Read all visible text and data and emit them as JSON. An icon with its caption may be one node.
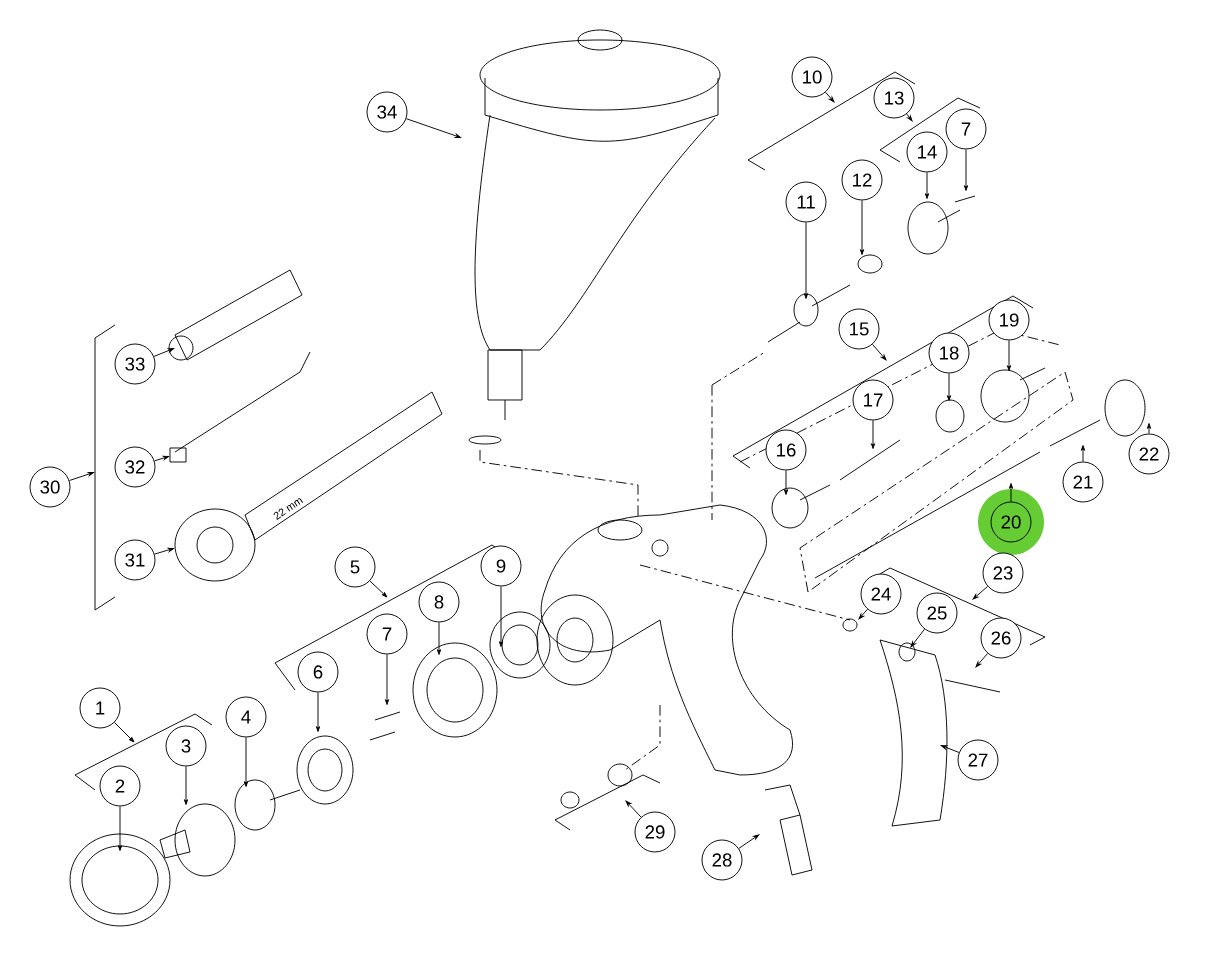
{
  "diagram": {
    "nodes": [
      {
        "text": [
          "10"
        ]
      },
      {
        "text": [
          "13"
        ]
      },
      {
        "text": [
          "34"
        ]
      },
      {
        "text": [
          "7"
        ]
      },
      {
        "text": [
          "14"
        ]
      },
      {
        "text": [
          "12"
        ]
      },
      {
        "text": [
          "11"
        ]
      },
      {
        "text": [
          "19"
        ]
      },
      {
        "text": [
          "15"
        ]
      },
      {
        "text": [
          "18"
        ]
      },
      {
        "text": [
          "33"
        ]
      },
      {
        "text": [
          "17"
        ]
      },
      {
        "text": [
          "16"
        ]
      },
      {
        "text": [
          "22"
        ]
      },
      {
        "text": [
          "32"
        ]
      },
      {
        "text": [
          "21"
        ]
      },
      {
        "text": [
          "30"
        ]
      },
      {
        "text": [
          "20"
        ]
      },
      {
        "text": [
          "31"
        ]
      },
      {
        "text": [
          "9"
        ]
      },
      {
        "text": [
          "5"
        ]
      },
      {
        "text": [
          "23"
        ]
      },
      {
        "text": [
          "24"
        ]
      },
      {
        "text": [
          "8"
        ]
      },
      {
        "text": [
          "25"
        ]
      },
      {
        "text": [
          "7"
        ]
      },
      {
        "text": [
          "26"
        ]
      },
      {
        "text": [
          "6"
        ]
      },
      {
        "text": [
          "1"
        ]
      },
      {
        "text": [
          "4"
        ]
      },
      {
        "text": [
          "3"
        ]
      },
      {
        "text": [
          "27"
        ]
      },
      {
        "text": [
          "2"
        ]
      },
      {
        "text": [
          "29"
        ]
      },
      {
        "text": [
          "28"
        ]
      }
    ],
    "edges": [
      {
        "from": 0,
        "to": null,
        "arrow": "to"
      },
      {
        "from": 1,
        "to": null,
        "arrow": "to"
      },
      {
        "from": 2,
        "to": null,
        "arrow": "to"
      },
      {
        "from": 3,
        "to": null,
        "arrow": "to"
      },
      {
        "from": 4,
        "to": null,
        "arrow": "to"
      },
      {
        "from": 5,
        "to": null,
        "arrow": "to"
      },
      {
        "from": 6,
        "to": null,
        "arrow": "to"
      },
      {
        "from": 7,
        "to": null,
        "arrow": "to"
      },
      {
        "from": 8,
        "to": null,
        "arrow": "to"
      },
      {
        "from": 9,
        "to": null,
        "arrow": "to"
      },
      {
        "from": 10,
        "to": null,
        "arrow": "to"
      },
      {
        "from": 11,
        "to": null,
        "arrow": "to"
      },
      {
        "from": 12,
        "to": null,
        "arrow": "to"
      },
      {
        "from": 13,
        "to": null,
        "arrow": "to"
      },
      {
        "from": 14,
        "to": null,
        "arrow": "to"
      },
      {
        "from": 15,
        "to": null,
        "arrow": "to"
      },
      {
        "from": 16,
        "to": null,
        "arrow": "to"
      },
      {
        "from": 17,
        "to": null,
        "arrow": "to"
      },
      {
        "from": 18,
        "to": null,
        "arrow": "to"
      },
      {
        "from": 19,
        "to": null,
        "arrow": "to"
      },
      {
        "from": 20,
        "to": null,
        "arrow": "to"
      },
      {
        "from": 21,
        "to": null,
        "arrow": "to"
      },
      {
        "from": 22,
        "to": null,
        "arrow": "to"
      },
      {
        "from": 23,
        "to": null,
        "arrow": "to"
      },
      {
        "from": 24,
        "to": null,
        "arrow": "to"
      },
      {
        "from": 25,
        "to": null,
        "arrow": "to"
      },
      {
        "from": 26,
        "to": null,
        "arrow": "to"
      },
      {
        "from": 27,
        "to": null,
        "arrow": "to"
      },
      {
        "from": 28,
        "to": null,
        "arrow": "to"
      },
      {
        "from": 29,
        "to": null,
        "arrow": "to"
      },
      {
        "from": 30,
        "to": null,
        "arrow": "to"
      },
      {
        "from": 31,
        "to": null,
        "arrow": "to"
      },
      {
        "from": 32,
        "to": null,
        "arrow": "to"
      },
      {
        "from": 33,
        "to": null,
        "arrow": "to"
      },
      {
        "from": 34,
        "to": null,
        "arrow": "to"
      }
    ],
    "labels": [
      "22 mm"
    ]
  }
}
